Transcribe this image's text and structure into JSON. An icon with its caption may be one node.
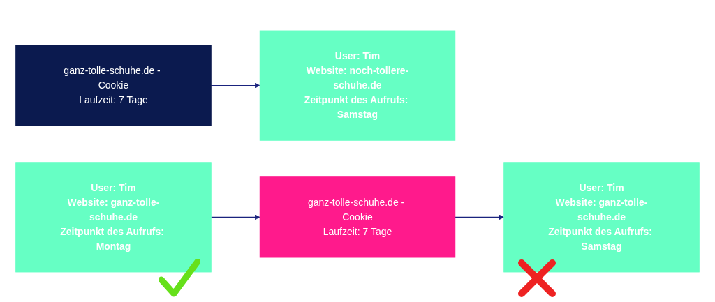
{
  "diagram": {
    "nodes": [
      {
        "text": [
          "User: Tim",
          "Website: ganz-tolle-schuhe.de",
          "Zeitpunkt des Aufrufs: Montag"
        ]
      },
      {
        "text": [
          "User: Tim",
          "Website: ganz-tolle-schuhe.de",
          "Zeitpunkt des Aufrufs: Samstag"
        ]
      },
      {
        "text": [
          "User: Tim",
          "Website: noch-tollere-schuhe.de",
          "Zeitpunkt des Aufrufs: Samstag"
        ]
      },
      {
        "text": [
          "ganz-tolle-schuhe.de - Cookie",
          "Laufzeit: 7 Tage"
        ]
      },
      {
        "text": [
          "ganz-tolle-schuhe.de - Cookie",
          "Laufzeit: 7 Tage"
        ]
      }
    ],
    "edges": [
      {
        "from": 0,
        "to": 3,
        "arrow": "to"
      },
      {
        "from": 3,
        "to": 1,
        "arrow": "to"
      },
      {
        "from": 4,
        "to": 2,
        "arrow": "to"
      }
    ]
  }
}
